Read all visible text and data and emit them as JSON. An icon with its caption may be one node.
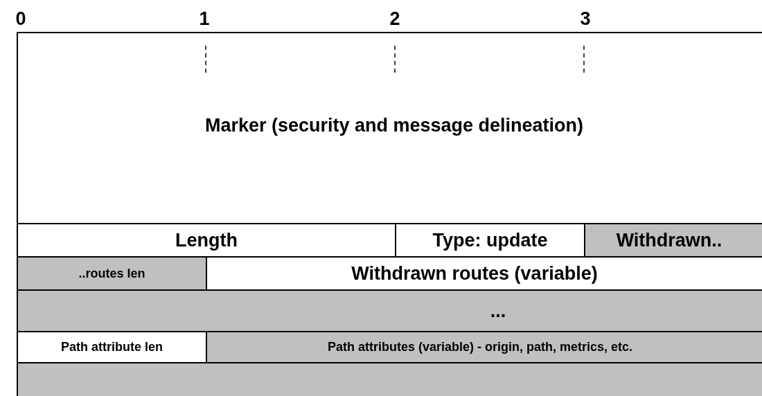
{
  "diagram": {
    "nodes": [
      {
        "text": [
          "Marker (security and message delineation)"
        ]
      },
      {
        "text": [
          "Length"
        ]
      },
      {
        "text": [
          "Type: update"
        ]
      },
      {
        "text": [
          "Withdrawn.."
        ]
      },
      {
        "text": [
          "..routes len"
        ]
      },
      {
        "text": [
          "Withdrawn routes (variable)"
        ]
      },
      {
        "text": [
          "..."
        ]
      },
      {
        "text": [
          "Path attribute len"
        ]
      },
      {
        "text": [
          "Path attributes (variable) - origin, path, metrics, etc."
        ]
      },
      {
        "text": [],
        "shape": "box"
      }
    ],
    "labels": [
      "0",
      "1",
      "2",
      "3"
    ]
  }
}
